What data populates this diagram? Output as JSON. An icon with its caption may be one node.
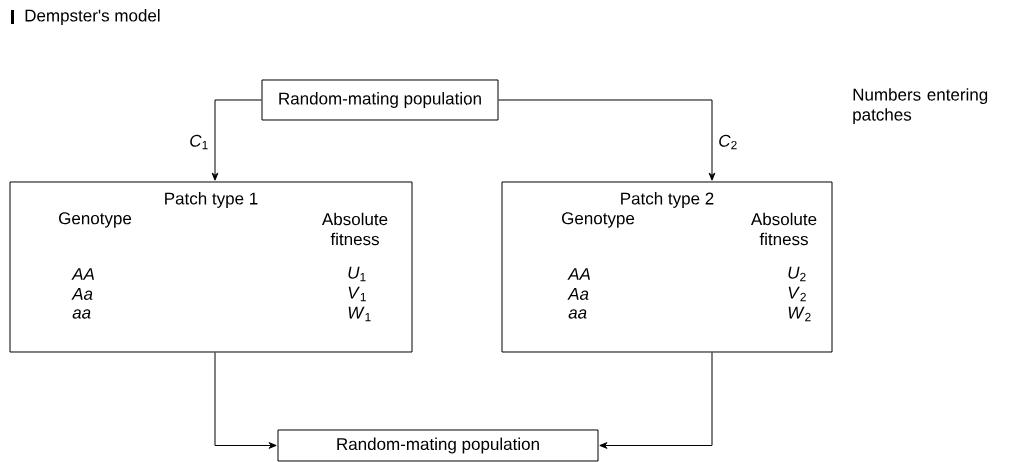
{
  "diagram": {
    "title": "Dempster's model",
    "nodes": [
      {
        "text": [
          "Random-mating population"
        ]
      },
      {
        "text": [
          "Patch type 1",
          "Genotype",
          "Absolute fitness",
          "AA",
          "Aa",
          "aa",
          "*U*$_{1}$",
          "*V*$_{1}$",
          "*W*$_{1}$"
        ]
      },
      {
        "text": [
          "Patch type 2",
          "Genotype",
          "Absolute fitness",
          "AA",
          "Aa",
          "aa",
          "*U*$_{2}$",
          "*V*$_{2}$",
          "*W*$_{2}$"
        ]
      },
      {
        "text": [
          "Random-mating population"
        ]
      }
    ],
    "edges": [
      {
        "from": 0,
        "to": 1,
        "arrow": "to",
        "label": "*C*$_{1}$"
      },
      {
        "from": 0,
        "to": 2,
        "arrow": "to",
        "label": "*C*$_{2}$"
      },
      {
        "from": 1,
        "to": 3,
        "arrow": "to"
      },
      {
        "from": 2,
        "to": 3,
        "arrow": "to"
      }
    ],
    "labels": [
      "Numbers entering patches"
    ]
  }
}
